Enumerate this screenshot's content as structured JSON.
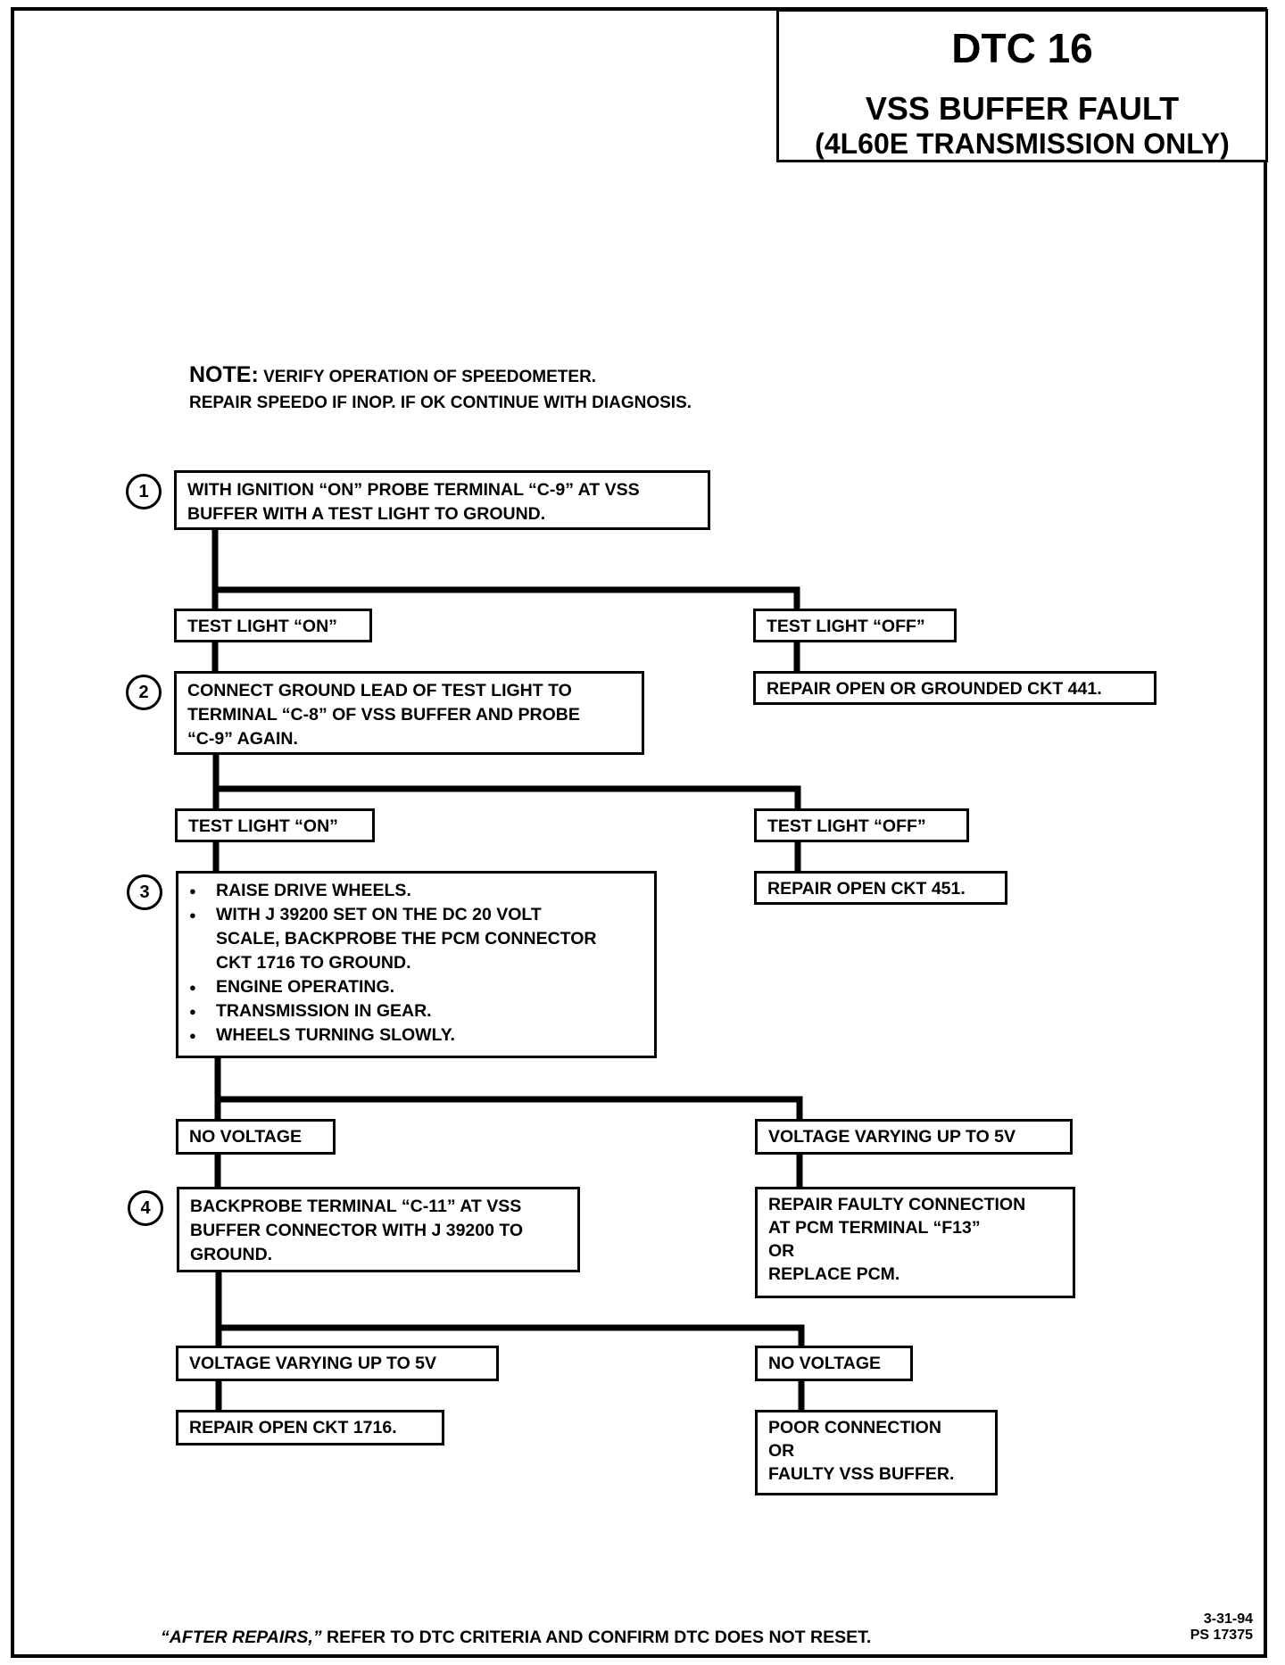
{
  "title": {
    "code": "DTC 16",
    "name": "VSS BUFFER FAULT",
    "qualifier": "(4L60E TRANSMISSION ONLY)"
  },
  "note": {
    "label": "NOTE:",
    "line1": "VERIFY OPERATION OF SPEEDOMETER.",
    "line2": "REPAIR SPEEDO IF INOP.  IF OK CONTINUE WITH DIAGNOSIS."
  },
  "steps": [
    {
      "number": "1",
      "lines": [
        "WITH IGNITION “ON” PROBE TERMINAL “C-9” AT VSS",
        "BUFFER WITH A TEST LIGHT TO GROUND."
      ]
    },
    {
      "number": "2",
      "lines": [
        "CONNECT GROUND LEAD OF TEST LIGHT TO",
        "TERMINAL “C-8” OF VSS BUFFER AND PROBE",
        "“C-9” AGAIN."
      ]
    },
    {
      "number": "3",
      "bullets": [
        "RAISE DRIVE WHEELS.",
        "WITH J 39200 SET ON THE DC 20 VOLT",
        "ENGINE OPERATING.",
        "TRANSMISSION IN GEAR.",
        "WHEELS TURNING SLOWLY."
      ],
      "bullet2_cont": [
        "SCALE, BACKPROBE THE PCM CONNECTOR",
        "CKT 1716 TO GROUND."
      ]
    },
    {
      "number": "4",
      "lines": [
        "BACKPROBE TERMINAL “C-11” AT VSS",
        "BUFFER CONNECTOR WITH J 39200 TO",
        "GROUND."
      ]
    }
  ],
  "branches": {
    "s1_left": "TEST LIGHT “ON”",
    "s1_right": "TEST LIGHT “OFF”",
    "s1_right_result": "REPAIR OPEN OR GROUNDED CKT 441.",
    "s2_left": "TEST LIGHT “ON”",
    "s2_right": "TEST LIGHT “OFF”",
    "s2_right_result": "REPAIR OPEN CKT 451.",
    "s3_left": "NO VOLTAGE",
    "s3_right": "VOLTAGE VARYING UP TO 5V",
    "s3_right_result": [
      "REPAIR FAULTY CONNECTION",
      "AT PCM TERMINAL “F13”",
      "OR",
      "REPLACE PCM."
    ],
    "s4_left": "VOLTAGE VARYING UP TO 5V",
    "s4_left_result": "REPAIR OPEN CKT 1716.",
    "s4_right": "NO VOLTAGE",
    "s4_right_result": [
      "POOR CONNECTION",
      "OR",
      "FAULTY VSS BUFFER."
    ]
  },
  "footer": {
    "after_repairs": "“AFTER REPAIRS,”",
    "text": "REFER TO DTC CRITERIA AND CONFIRM DTC DOES NOT RESET."
  },
  "doc_date": "3-31-94",
  "doc_ref": "PS 17375"
}
